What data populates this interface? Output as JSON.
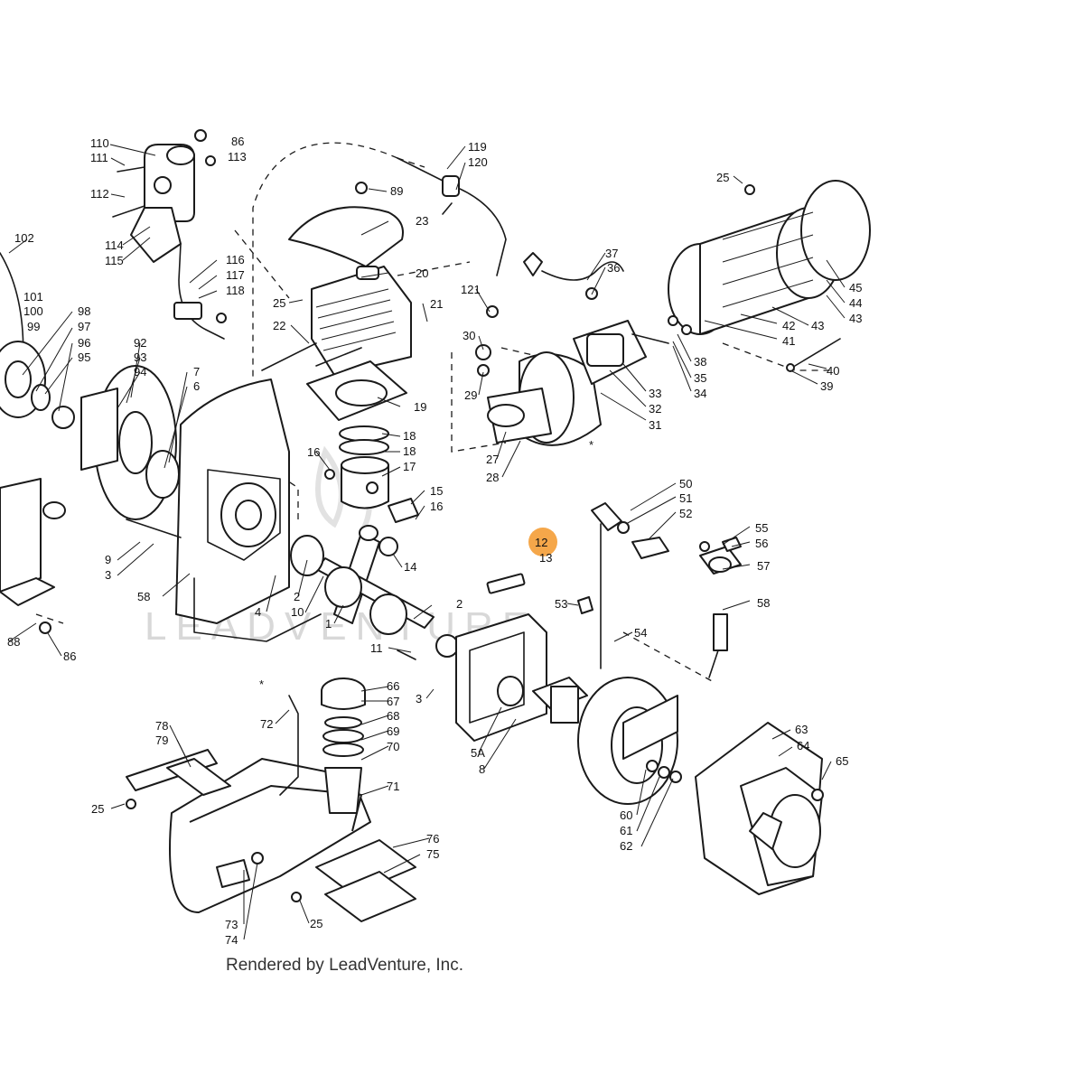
{
  "diagram": {
    "callouts": [
      "110",
      "111",
      "86",
      "113",
      "112",
      "114",
      "115",
      "116",
      "117",
      "118",
      "102",
      "101",
      "100",
      "99",
      "98",
      "97",
      "96",
      "95",
      "92",
      "93",
      "94",
      "7",
      "6",
      "89",
      "23",
      "20",
      "25",
      "21",
      "22",
      "19",
      "18",
      "18",
      "17",
      "16",
      "15",
      "16",
      "14",
      "9",
      "3",
      "58",
      "4",
      "2",
      "10",
      "1",
      "11",
      "119",
      "120",
      "37",
      "36",
      "121",
      "30",
      "29",
      "27",
      "28",
      "31",
      "32",
      "33",
      "34",
      "35",
      "38",
      "41",
      "42",
      "43",
      "44",
      "45",
      "43",
      "40",
      "39",
      "25",
      "50",
      "51",
      "52",
      "55",
      "56",
      "57",
      "58",
      "12",
      "13",
      "53",
      "54",
      "2",
      "3",
      "5A",
      "8",
      "66",
      "67",
      "68",
      "69",
      "70",
      "71",
      "72",
      "78",
      "79",
      "25",
      "76",
      "75",
      "73",
      "74",
      "25",
      "60",
      "61",
      "62",
      "63",
      "64",
      "65",
      "88",
      "86"
    ],
    "highlight_color": "#f5a74a",
    "highlighted_callout": "12",
    "asterisk_marks": [
      "*",
      "*"
    ]
  },
  "watermark": {
    "text": "LEADVENTURE"
  },
  "footer": {
    "text": "Rendered by LeadVenture, Inc."
  }
}
